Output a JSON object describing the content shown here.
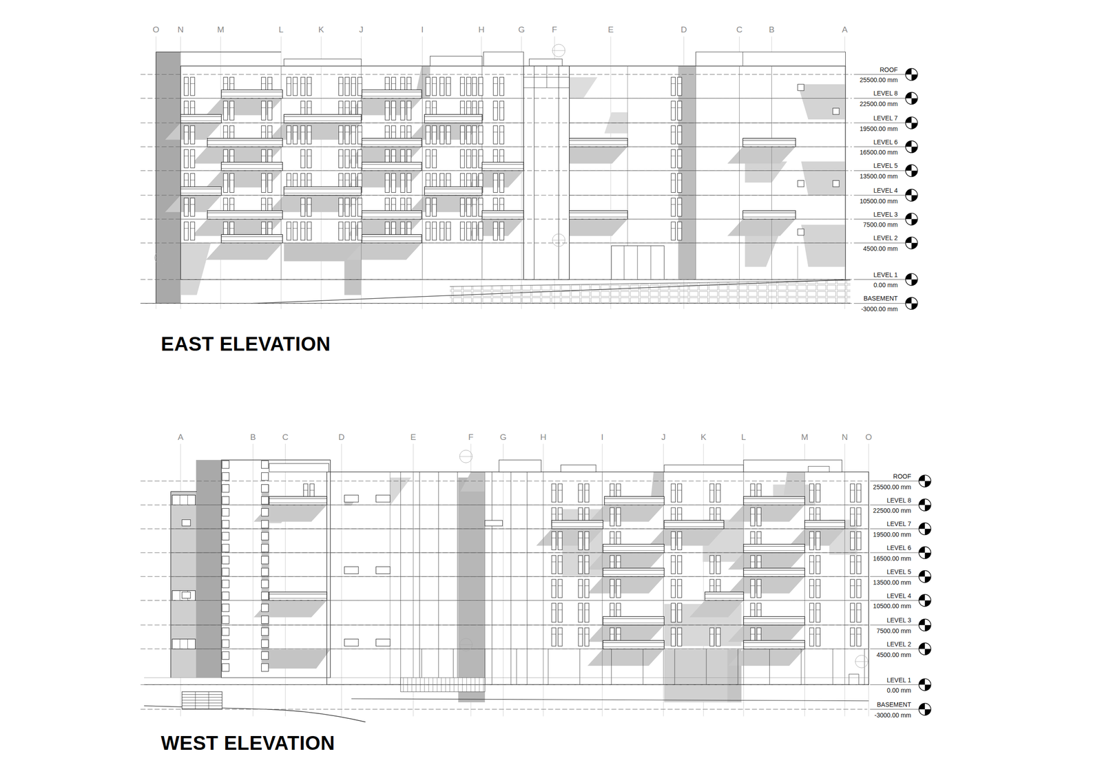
{
  "diagram": {
    "labels": [
      "O",
      "N",
      "M",
      "L",
      "K",
      "J",
      "I",
      "H",
      "G",
      "F",
      "E",
      "D",
      "C",
      "B",
      "A",
      "ROOF",
      "25500.00 mm",
      "LEVEL 8",
      "22500.00 mm",
      "LEVEL 7",
      "19500.00 mm",
      "LEVEL 6",
      "16500.00 mm",
      "LEVEL 5",
      "13500.00 mm",
      "LEVEL 4",
      "10500.00 mm",
      "LEVEL 3",
      "7500.00 mm",
      "LEVEL 2",
      "4500.00 mm",
      "LEVEL 1",
      "0.00 mm",
      "BASEMENT",
      "-3000.00 mm",
      "EAST ELEVATION",
      "A",
      "B",
      "C",
      "D",
      "E",
      "F",
      "G",
      "H",
      "I",
      "J",
      "K",
      "L",
      "M",
      "N",
      "O",
      "ROOF",
      "25500.00 mm",
      "LEVEL 8",
      "22500.00 mm",
      "LEVEL 7",
      "19500.00 mm",
      "LEVEL 6",
      "16500.00 mm",
      "LEVEL 5",
      "13500.00 mm",
      "LEVEL 4",
      "10500.00 mm",
      "LEVEL 3",
      "7500.00 mm",
      "LEVEL 2",
      "4500.00 mm",
      "LEVEL 1",
      "0.00 mm",
      "BASEMENT",
      "-3000.00 mm",
      "WEST ELEVATION"
    ]
  }
}
